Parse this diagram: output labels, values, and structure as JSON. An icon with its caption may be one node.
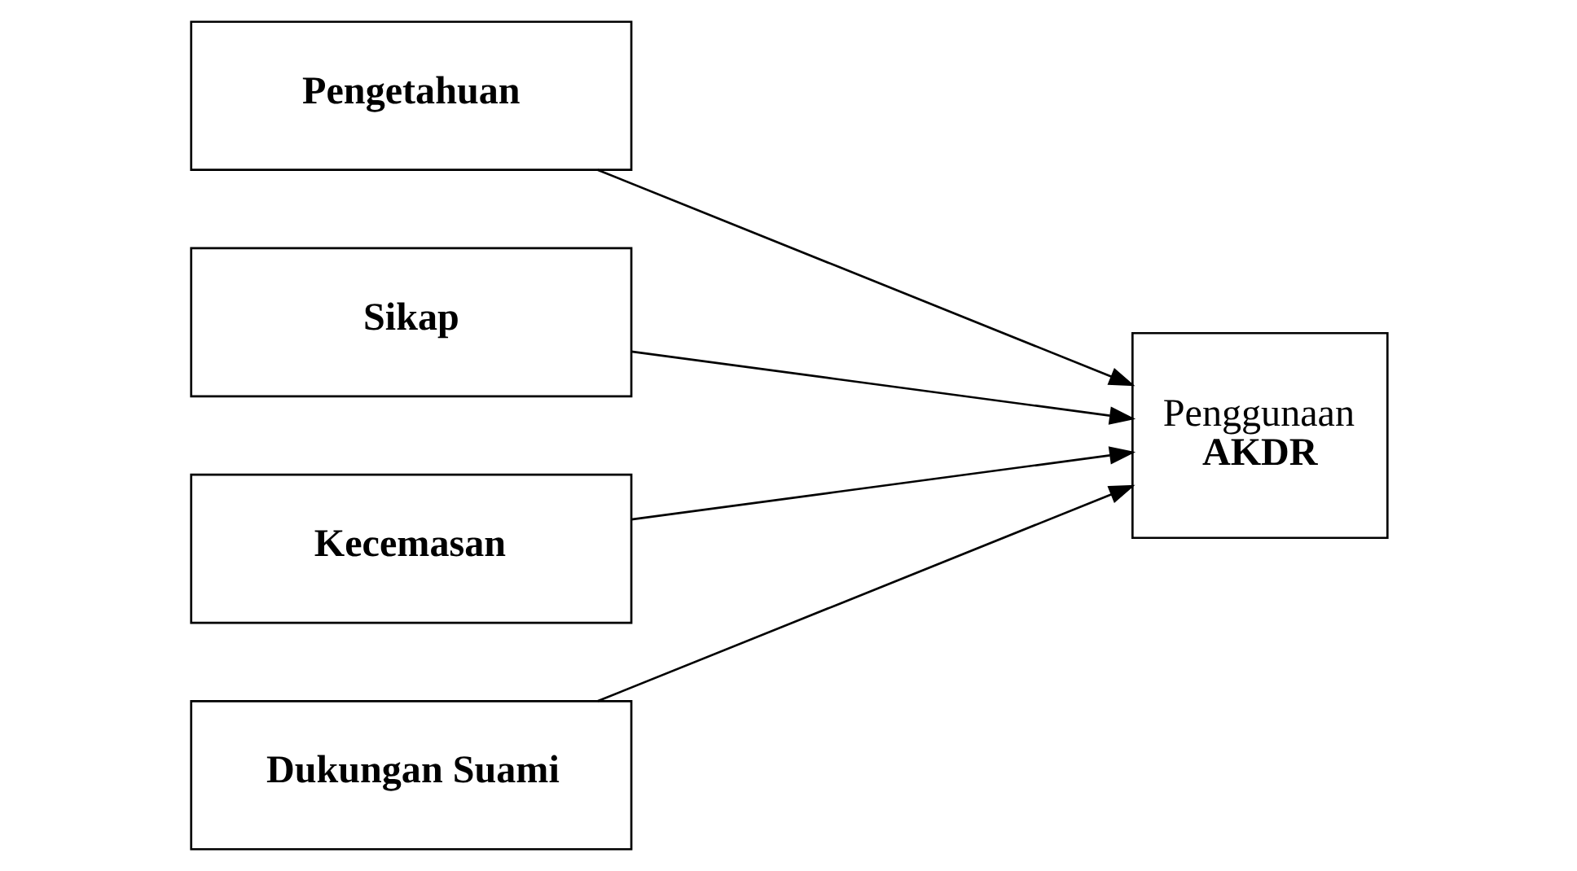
{
  "diagram": {
    "nodes": [
      {
        "text": [
          "Pengetahuan"
        ]
      },
      {
        "text": [
          "Sikap"
        ]
      },
      {
        "text": [
          "Kecemasan"
        ]
      },
      {
        "text": [
          "Dukungan Suami"
        ]
      },
      {
        "text": [
          "Penggunaan",
          "AKDR"
        ]
      }
    ],
    "edges": [
      {
        "from": 0,
        "to": 4,
        "arrow": "to"
      },
      {
        "from": 1,
        "to": 4,
        "arrow": "to"
      },
      {
        "from": 2,
        "to": 4,
        "arrow": "to"
      },
      {
        "from": 3,
        "to": 4,
        "arrow": "to"
      }
    ]
  }
}
